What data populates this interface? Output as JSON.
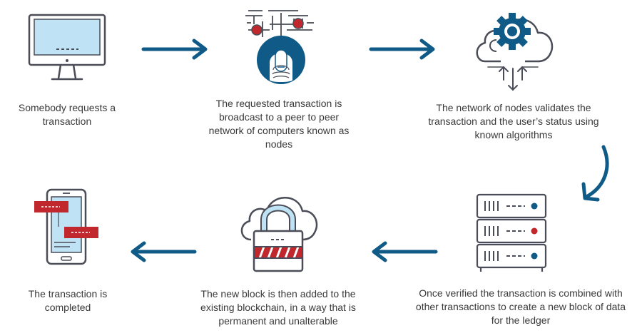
{
  "colors": {
    "line": "#4a4d57",
    "blue": "#0f5a86",
    "red": "#c0282d",
    "screen": "#bfe3f5"
  },
  "steps": [
    {
      "id": 1,
      "icon": "desktop-computer-icon",
      "text": "Somebody requests a transaction"
    },
    {
      "id": 2,
      "icon": "fingerprint-network-icon",
      "text": "The requested transaction is broadcast to a peer to peer network of computers known as nodes"
    },
    {
      "id": 3,
      "icon": "cloud-gear-icon",
      "text": "The network of nodes validates the transaction and the user’s status using known algorithms"
    },
    {
      "id": 4,
      "icon": "server-rack-icon",
      "text": "Once verified the transaction is combined with other transactions to create a new block of data for the ledger"
    },
    {
      "id": 5,
      "icon": "cloud-padlock-icon",
      "text": "The new block is then added to the existing blockchain, in a way that is permanent and unalterable"
    },
    {
      "id": 6,
      "icon": "smartphone-icon",
      "text": "The transaction is completed"
    }
  ]
}
